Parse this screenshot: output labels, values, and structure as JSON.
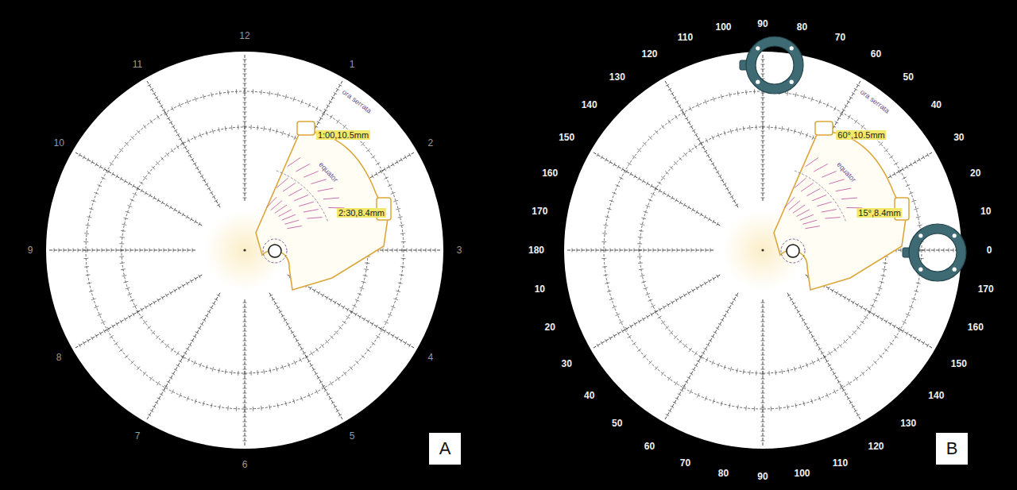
{
  "diagram": {
    "labels": [
      "12",
      "1",
      "2",
      "3",
      "4",
      "5",
      "6",
      "7",
      "8",
      "9",
      "10",
      "11",
      "1:00,10.5mm",
      "2:30,8.4mm",
      "ora serrata",
      "equator",
      "A",
      "60°,10.5mm",
      "15°,8.4mm",
      "ora serrata",
      "equator",
      "B",
      "0",
      "10",
      "20",
      "30",
      "40",
      "50",
      "60",
      "70",
      "80",
      "90",
      "100",
      "110",
      "120",
      "130",
      "140",
      "150",
      "160",
      "170",
      "180",
      "170",
      "160",
      "150",
      "140",
      "130",
      "120",
      "110",
      "100",
      "90",
      "80",
      "70",
      "60",
      "50",
      "40",
      "30",
      "20",
      "10"
    ]
  }
}
